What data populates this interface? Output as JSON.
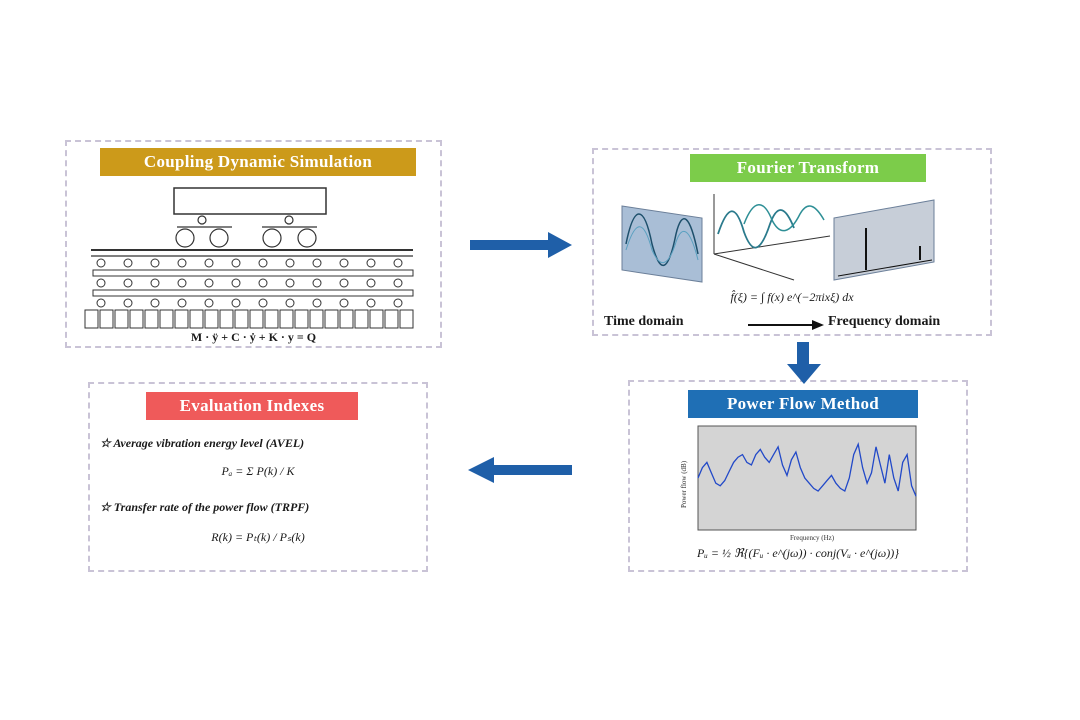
{
  "panels": {
    "coupling": {
      "title": "Coupling Dynamic Simulation",
      "title_color": "#cc9a1a",
      "equation": "M · ÿ + C · ẏ + K · y = Q"
    },
    "fourier": {
      "title": "Fourier Transform",
      "title_color": "#7ccc4a",
      "equation": "f̂(ξ) = ∫ f(x) e^(−2πixξ) dx",
      "time_label": "Time domain",
      "freq_label": "Frequency domain"
    },
    "power": {
      "title": "Power Flow Method",
      "title_color": "#1f6fb5",
      "ylabel": "Power flow (dB)",
      "xlabel": "Frequency (Hz)",
      "equation": "Pᵤ = ½ ℜ{(Fᵤ · e^(jω)) · conj(Vᵤ · e^(jω))}"
    },
    "evaluation": {
      "title": "Evaluation Indexes",
      "title_color": "#ef5a5a",
      "index1": "☆ Average vibration energy level (AVEL)",
      "formula1": "Pₐ = Σ P(k) / K",
      "index2": "☆ Transfer rate of the power flow (TRPF)",
      "formula2": "R(k) = Pₜ(k) / Pₛ(k)"
    }
  },
  "arrow_color": "#1f5fa8",
  "chart_data": {
    "type": "line",
    "xlabel": "Frequency (Hz)",
    "ylabel": "Power flow (dB)",
    "ylim": [
      60,
      140
    ],
    "xlim": [
      0,
      100
    ],
    "series": [
      {
        "values": [
          100,
          108,
          112,
          104,
          96,
          94,
          98,
          105,
          112,
          116,
          118,
          112,
          110,
          118,
          122,
          116,
          112,
          118,
          124,
          110,
          102,
          114,
          120,
          108,
          100,
          96,
          92,
          90,
          94,
          98,
          102,
          96,
          92,
          90,
          100,
          118,
          126,
          108,
          96,
          104,
          124,
          110,
          96,
          118,
          100,
          90,
          112,
          118,
          94,
          86
        ]
      }
    ]
  }
}
